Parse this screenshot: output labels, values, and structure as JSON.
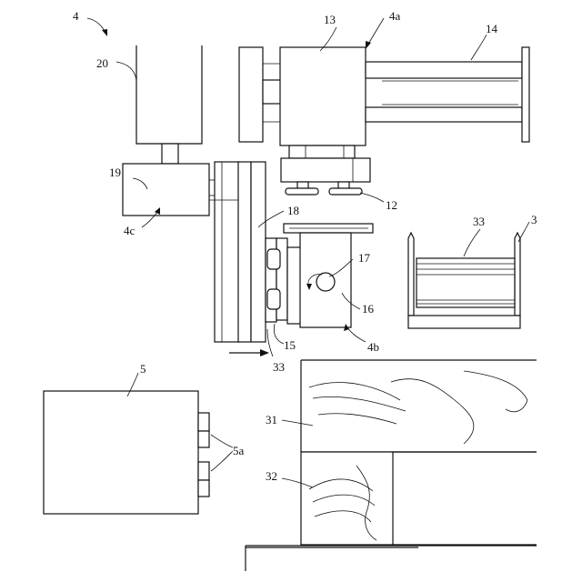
{
  "figure": {
    "labels": {
      "assembly": "4",
      "carriage": "4a",
      "rotary_unit": "4b",
      "gripper_unit": "4c",
      "module": "5",
      "module_part": "5a",
      "stack_holder": "3",
      "stack": "33",
      "board_upper": "31",
      "board_lower": "32",
      "suction_cups": "12",
      "carriage_block": "13",
      "rail": "14",
      "plate": "15",
      "rotary_block": "16",
      "rotation_axis": "17",
      "arm_plate": "18",
      "gripper_block": "19",
      "column": "20",
      "sheet": "33"
    }
  }
}
